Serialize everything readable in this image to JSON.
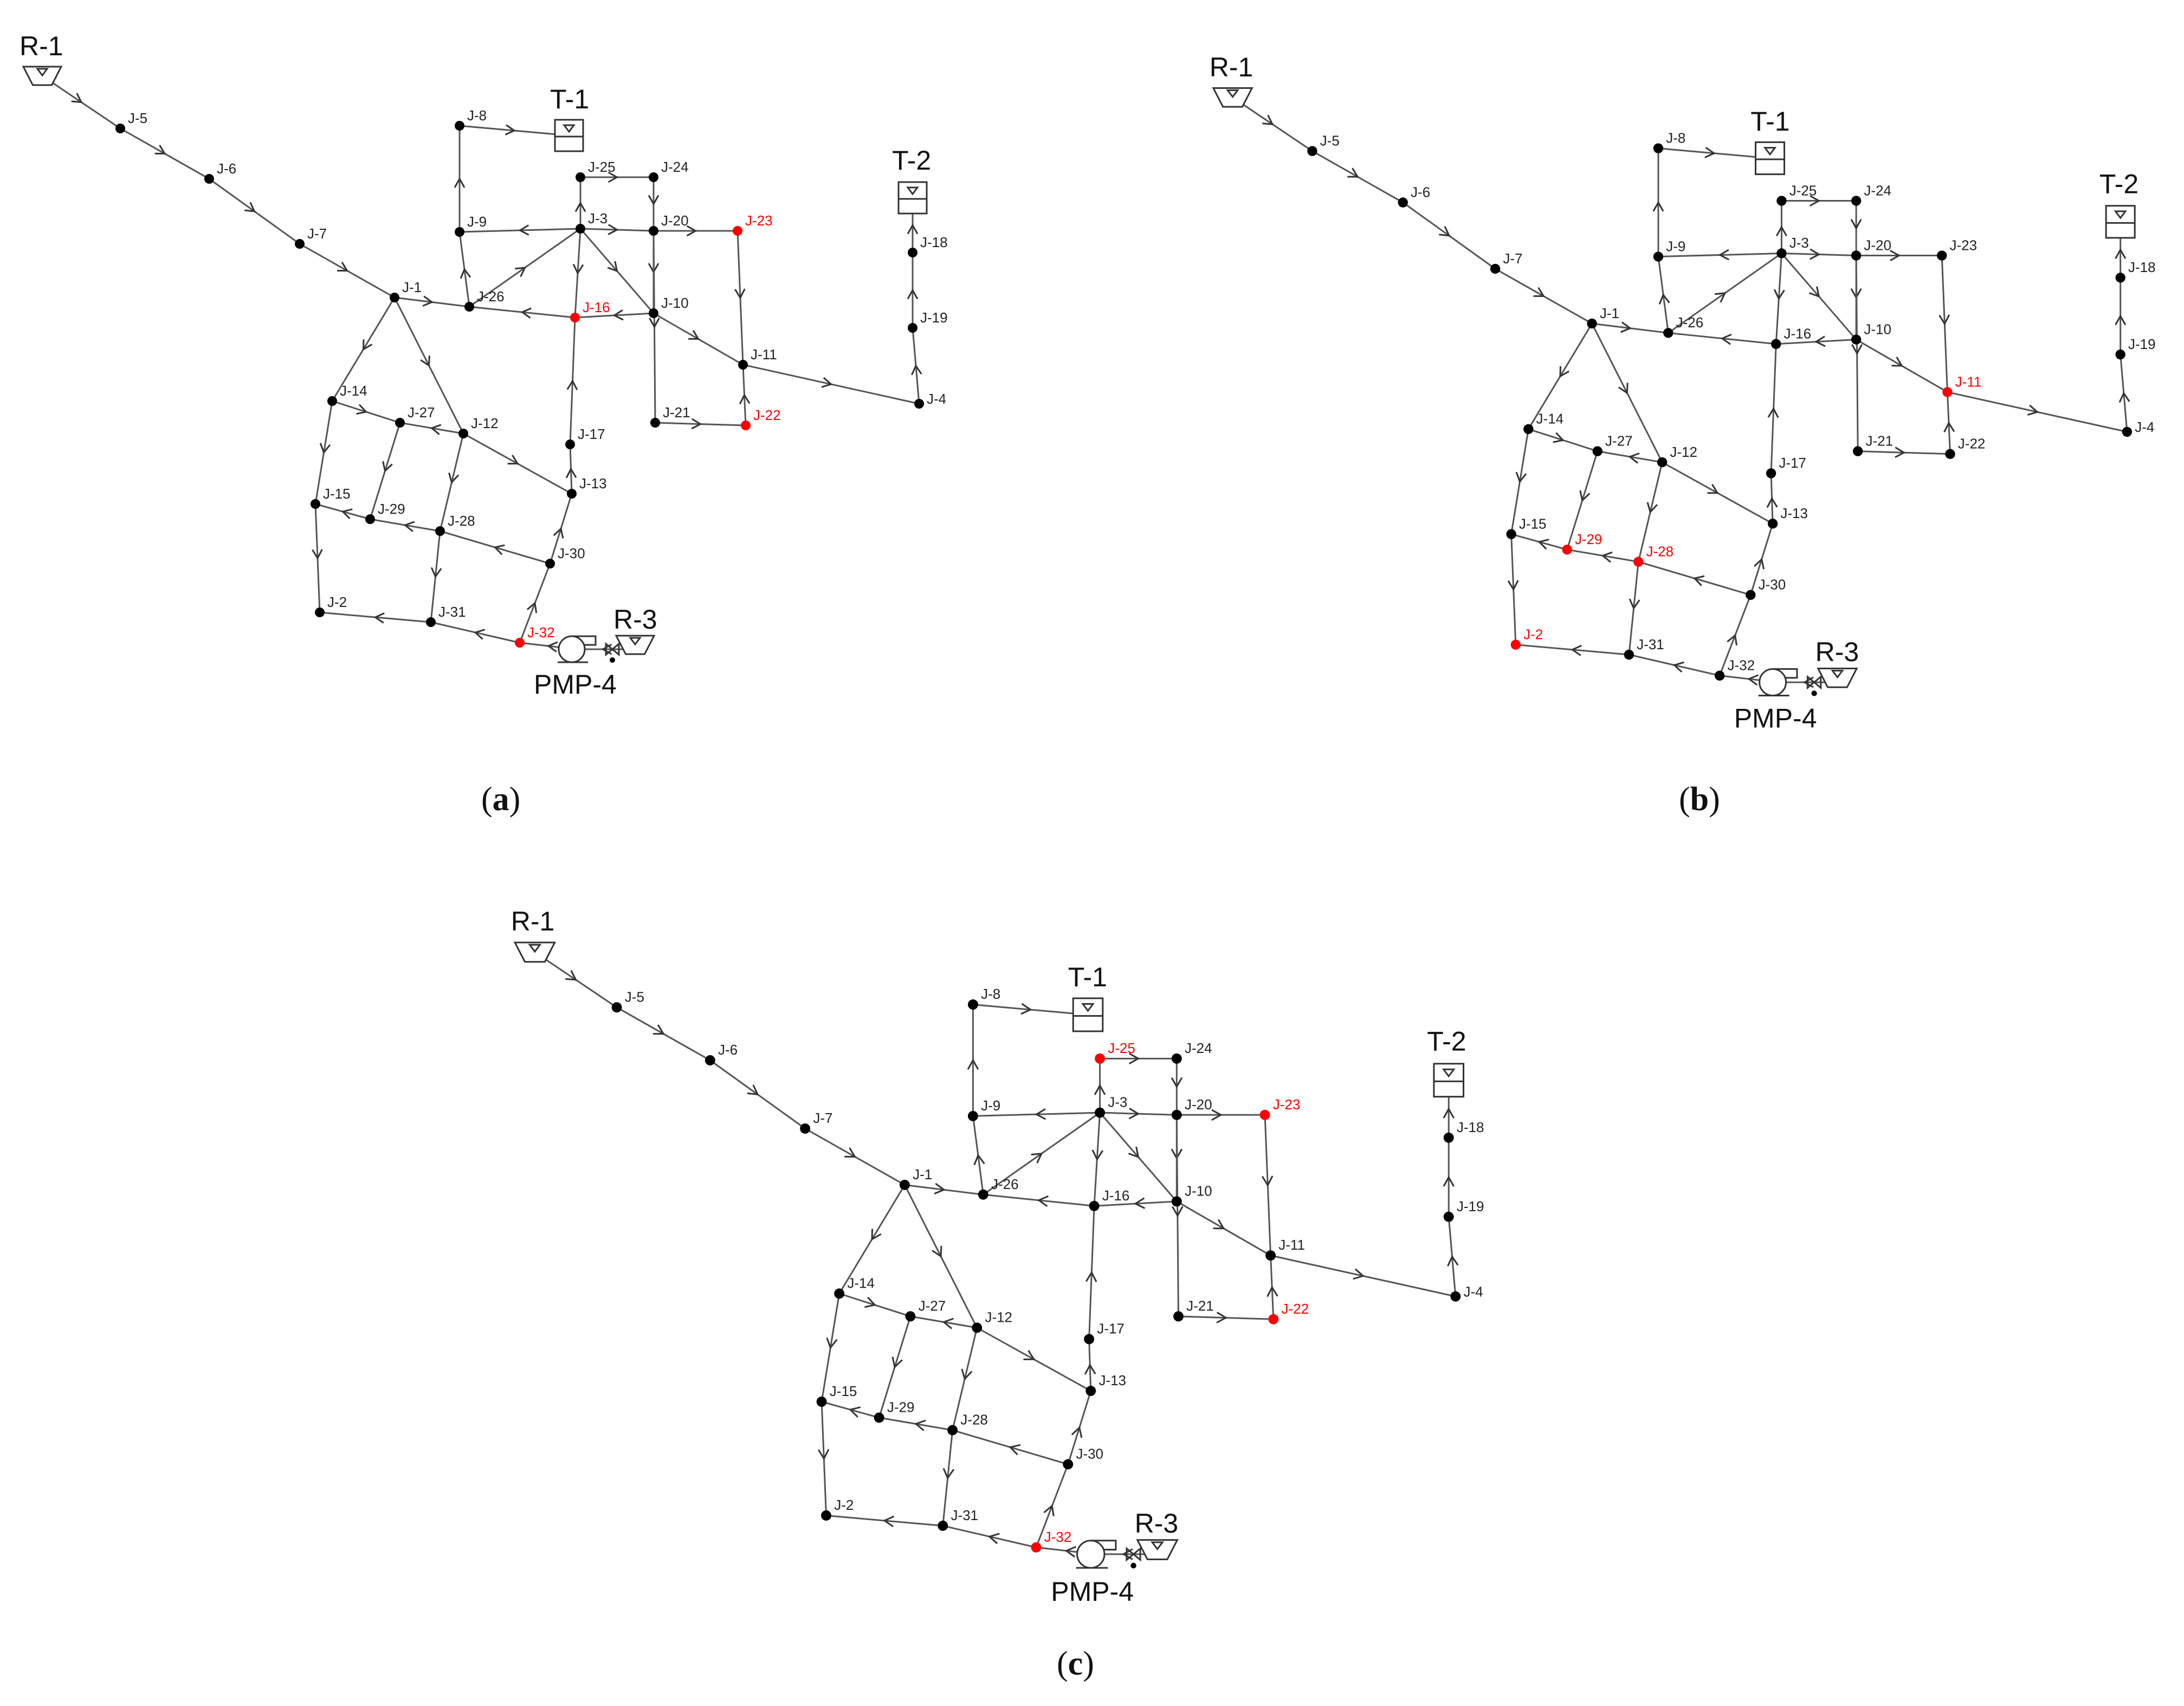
{
  "colors": {
    "pipe": "#555555",
    "junction": "#000000",
    "critical": "#ff0000",
    "label": "#222222"
  },
  "panels": [
    {
      "id": "a",
      "caption_letter": "a",
      "critical": [
        "J-16",
        "J-22",
        "J-23",
        "J-32"
      ],
      "facilities": {
        "R-1": "R-1",
        "T-1": "T-1",
        "T-2": "T-2",
        "R-3": "R-3",
        "PMP-4": "PMP-4"
      }
    },
    {
      "id": "b",
      "caption_letter": "b",
      "critical": [
        "J-2",
        "J-11",
        "J-28",
        "J-29"
      ],
      "facilities": {
        "R-1": "R-1",
        "T-1": "T-1",
        "T-2": "T-2",
        "R-3": "R-3",
        "PMP-4": "PMP-4"
      }
    },
    {
      "id": "c",
      "caption_letter": "c",
      "critical": [
        "J-22",
        "J-23",
        "J-25",
        "J-32"
      ],
      "facilities": {
        "R-1": "R-1",
        "T-1": "T-1",
        "T-2": "T-2",
        "R-3": "R-3",
        "PMP-4": "PMP-4"
      }
    }
  ],
  "junctions": [
    "J-1",
    "J-2",
    "J-3",
    "J-4",
    "J-5",
    "J-6",
    "J-7",
    "J-8",
    "J-9",
    "J-10",
    "J-11",
    "J-12",
    "J-13",
    "J-14",
    "J-15",
    "J-16",
    "J-17",
    "J-18",
    "J-19",
    "J-20",
    "J-21",
    "J-22",
    "J-23",
    "J-24",
    "J-25",
    "J-26",
    "J-27",
    "J-28",
    "J-29",
    "J-30",
    "J-31",
    "J-32"
  ],
  "pipes": [
    [
      "R-1",
      "J-5"
    ],
    [
      "J-5",
      "J-6"
    ],
    [
      "J-6",
      "J-7"
    ],
    [
      "J-7",
      "J-1"
    ],
    [
      "J-1",
      "J-26"
    ],
    [
      "J-16",
      "J-26"
    ],
    [
      "J-10",
      "J-16"
    ],
    [
      "J-26",
      "J-9"
    ],
    [
      "J-26",
      "J-3"
    ],
    [
      "J-3",
      "J-9"
    ],
    [
      "J-9",
      "J-8"
    ],
    [
      "J-8",
      "T-1"
    ],
    [
      "J-3",
      "J-25"
    ],
    [
      "J-25",
      "J-24"
    ],
    [
      "J-24",
      "J-20"
    ],
    [
      "J-3",
      "J-20"
    ],
    [
      "J-20",
      "J-23"
    ],
    [
      "J-3",
      "J-16"
    ],
    [
      "J-3",
      "J-10"
    ],
    [
      "J-20",
      "J-10"
    ],
    [
      "J-23",
      "J-11"
    ],
    [
      "J-10",
      "J-11"
    ],
    [
      "J-11",
      "J-4"
    ],
    [
      "J-4",
      "J-19"
    ],
    [
      "J-19",
      "J-18"
    ],
    [
      "J-18",
      "T-2"
    ],
    [
      "J-20",
      "J-21"
    ],
    [
      "J-21",
      "J-22"
    ],
    [
      "J-22",
      "J-11"
    ],
    [
      "J-13",
      "J-17"
    ],
    [
      "J-17",
      "J-16"
    ],
    [
      "J-1",
      "J-14"
    ],
    [
      "J-1",
      "J-12"
    ],
    [
      "J-14",
      "J-27"
    ],
    [
      "J-12",
      "J-27"
    ],
    [
      "J-12",
      "J-13"
    ],
    [
      "J-14",
      "J-15"
    ],
    [
      "J-15",
      "J-2"
    ],
    [
      "J-27",
      "J-29"
    ],
    [
      "J-29",
      "J-15"
    ],
    [
      "J-12",
      "J-28"
    ],
    [
      "J-28",
      "J-29"
    ],
    [
      "J-30",
      "J-28"
    ],
    [
      "J-30",
      "J-13"
    ],
    [
      "J-28",
      "J-31"
    ],
    [
      "J-31",
      "J-2"
    ],
    [
      "J-32",
      "J-31"
    ],
    [
      "J-32",
      "J-30"
    ],
    [
      "R-3",
      "PMP-4"
    ],
    [
      "PMP-4",
      "J-32"
    ]
  ]
}
